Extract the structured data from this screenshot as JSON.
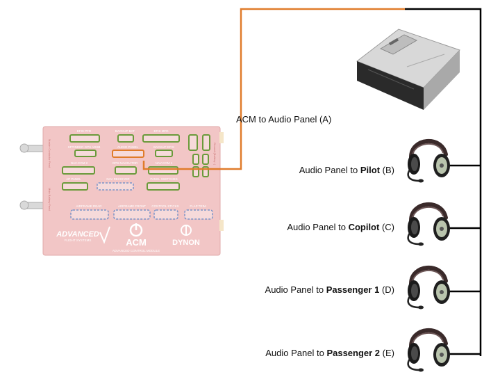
{
  "acm_label": "ACM to Audio Panel (A)",
  "connections": [
    {
      "prefix": "Audio Panel to ",
      "target": "Pilot",
      "suffix": " (B)"
    },
    {
      "prefix": "Audio Panel to ",
      "target": "Copilot",
      "suffix": " (C)"
    },
    {
      "prefix": "Audio Panel to ",
      "target": "Passenger 1",
      "suffix": " (D)"
    },
    {
      "prefix": "Audio Panel to ",
      "target": "Passenger 2",
      "suffix": " (E)"
    }
  ],
  "acm_module": {
    "brand_left": "ADVANCED",
    "brand_left_sub": "FLIGHT SYSTEMS",
    "brand_center": "ACM",
    "brand_right": "DYNON",
    "footer": "ADVANCED CONTROL MODULE",
    "side_label_top": "Master Contactor Feed",
    "side_label_bottom": "Main Battery Feed",
    "side_label_right": "Ground (Battery -)",
    "connectors": [
      "EFIS PFD",
      "BACKUP BAT",
      "EFIS MFD",
      "SPTINDER GPS ADSB",
      "AUDIO PANEL",
      "BACKUP EFIS",
      "NAV-COM 2",
      "GPS NAVIGATOR",
      "NAV-COM 1",
      "AP PANEL",
      "NAV RECEIVER",
      "PANEL SWITCHES",
      "AIRFRAME REAR",
      "AIRFRAME FRONT",
      "CONTROL STICKS",
      "FLAP TRIM"
    ]
  },
  "colors": {
    "acm_wire": "#E07B2A",
    "headset_wire": "#000000",
    "module_fill": "#F2C6C6"
  }
}
